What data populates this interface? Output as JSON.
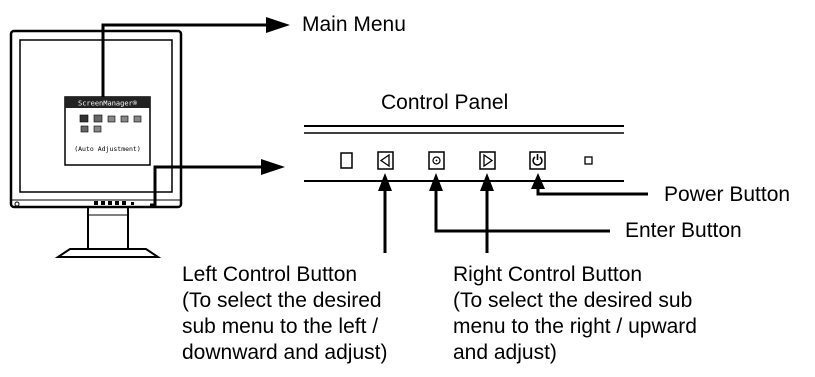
{
  "labels": {
    "main_menu": "Main Menu",
    "control_panel": "Control Panel",
    "power_button": "Power Button",
    "enter_button": "Enter Button",
    "left_control_button": "Left Control Button\n(To select the desired\nsub menu to the left /\ndownward and adjust)",
    "right_control_button": "Right Control Button\n(To select the desired sub\nmenu to the right / upward\nand adjust)"
  },
  "osd": {
    "title": "ScreenManager®",
    "subtitle": "(Auto Adjustment)"
  },
  "colors": {
    "line": "#000000",
    "screen_bg": "#ffffff",
    "osd_title_bg": "#222222"
  },
  "icons": [
    "button-placeholder-icon",
    "left-arrow-icon",
    "enter-icon",
    "right-arrow-icon",
    "power-icon",
    "indicator-icon"
  ]
}
